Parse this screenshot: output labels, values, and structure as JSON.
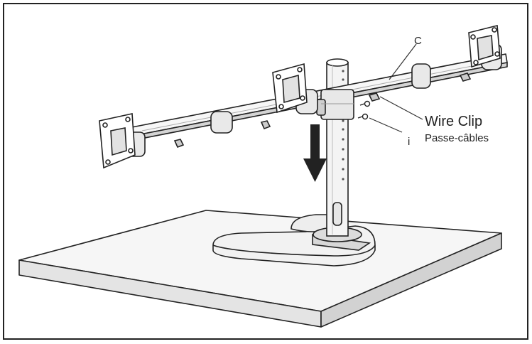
{
  "labels": {
    "part_c": "C",
    "part_i": "i",
    "wire_clip_en": "Wire Clip",
    "wire_clip_fr": "Passe-câbles"
  }
}
